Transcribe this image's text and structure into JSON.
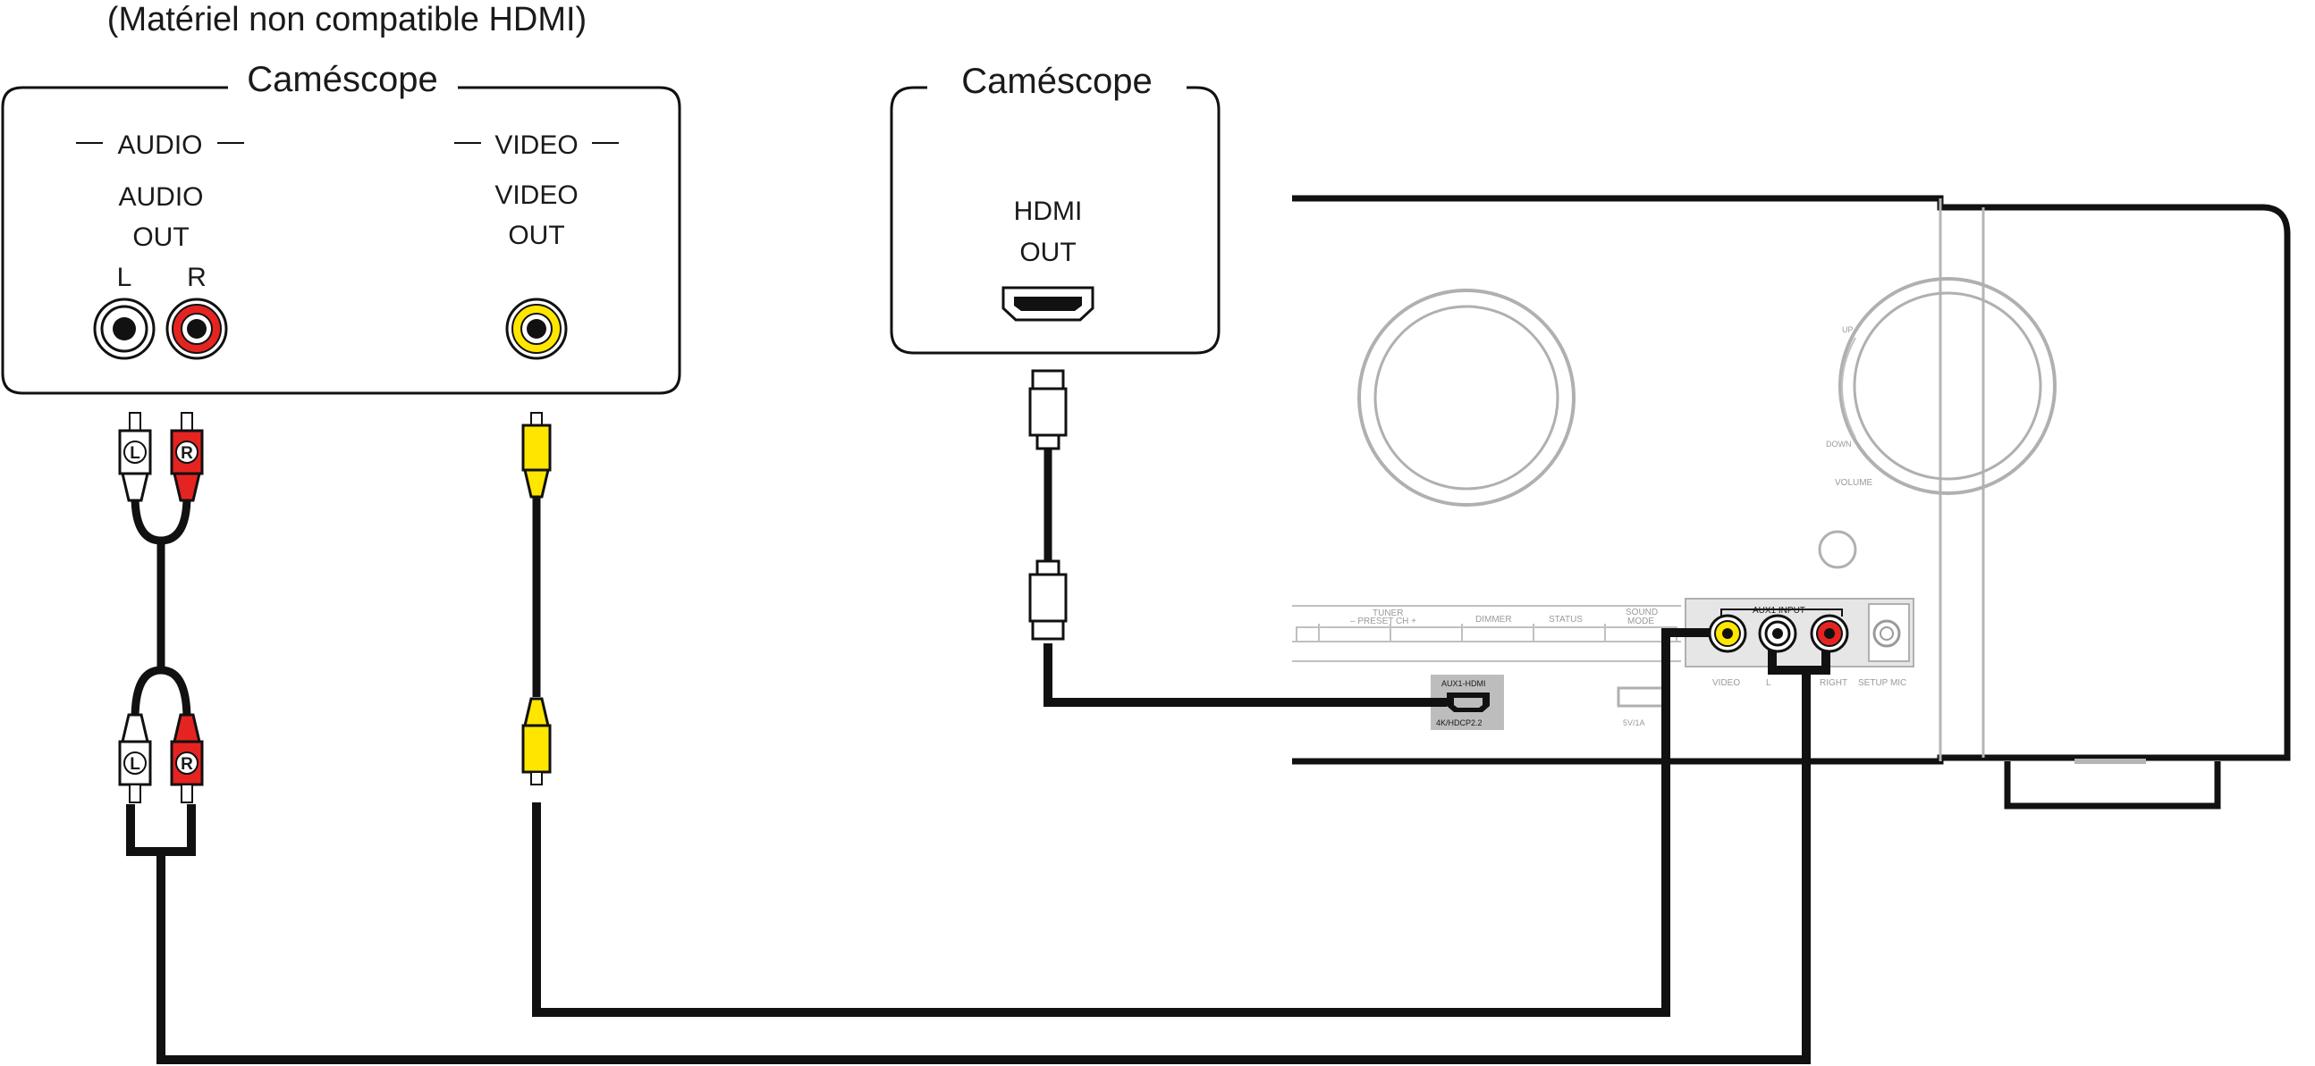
{
  "analog_camcorder": {
    "note": "(Matériel non compatible HDMI)",
    "title": "Caméscope",
    "audio_group": "AUDIO",
    "audio_out_line1": "AUDIO",
    "audio_out_line2": "OUT",
    "left_label": "L",
    "right_label": "R",
    "video_group": "VIDEO",
    "video_out_line1": "VIDEO",
    "video_out_line2": "OUT"
  },
  "hdmi_camcorder": {
    "title": "Caméscope",
    "hdmi_out_line1": "HDMI",
    "hdmi_out_line2": "OUT"
  },
  "plugs": {
    "left_letter": "L",
    "right_letter": "R"
  },
  "receiver": {
    "up_label": "UP",
    "down_label": "DOWN",
    "volume_label": "VOLUME",
    "tuner_label": "TUNER",
    "preset_label": "–  PRESET CH  +",
    "dimmer_label": "DIMMER",
    "status_label": "STATUS",
    "sound_label": "SOUND",
    "mode_label": "MODE",
    "aux_input_label": "AUX1 INPUT",
    "aux_hdmi_label": "AUX1-HDMI",
    "hdcp_label": "4K/HDCP2.2",
    "usb_label": "5V/1A",
    "video_label": "VIDEO",
    "l_label": "L",
    "r_label": "RIGHT",
    "setup_mic_label": "SETUP MIC"
  },
  "colors": {
    "cable": "#111111",
    "red_jack": "#e52421",
    "yellow_jack": "#ffe600",
    "panel_gray": "#9a9a9a"
  }
}
